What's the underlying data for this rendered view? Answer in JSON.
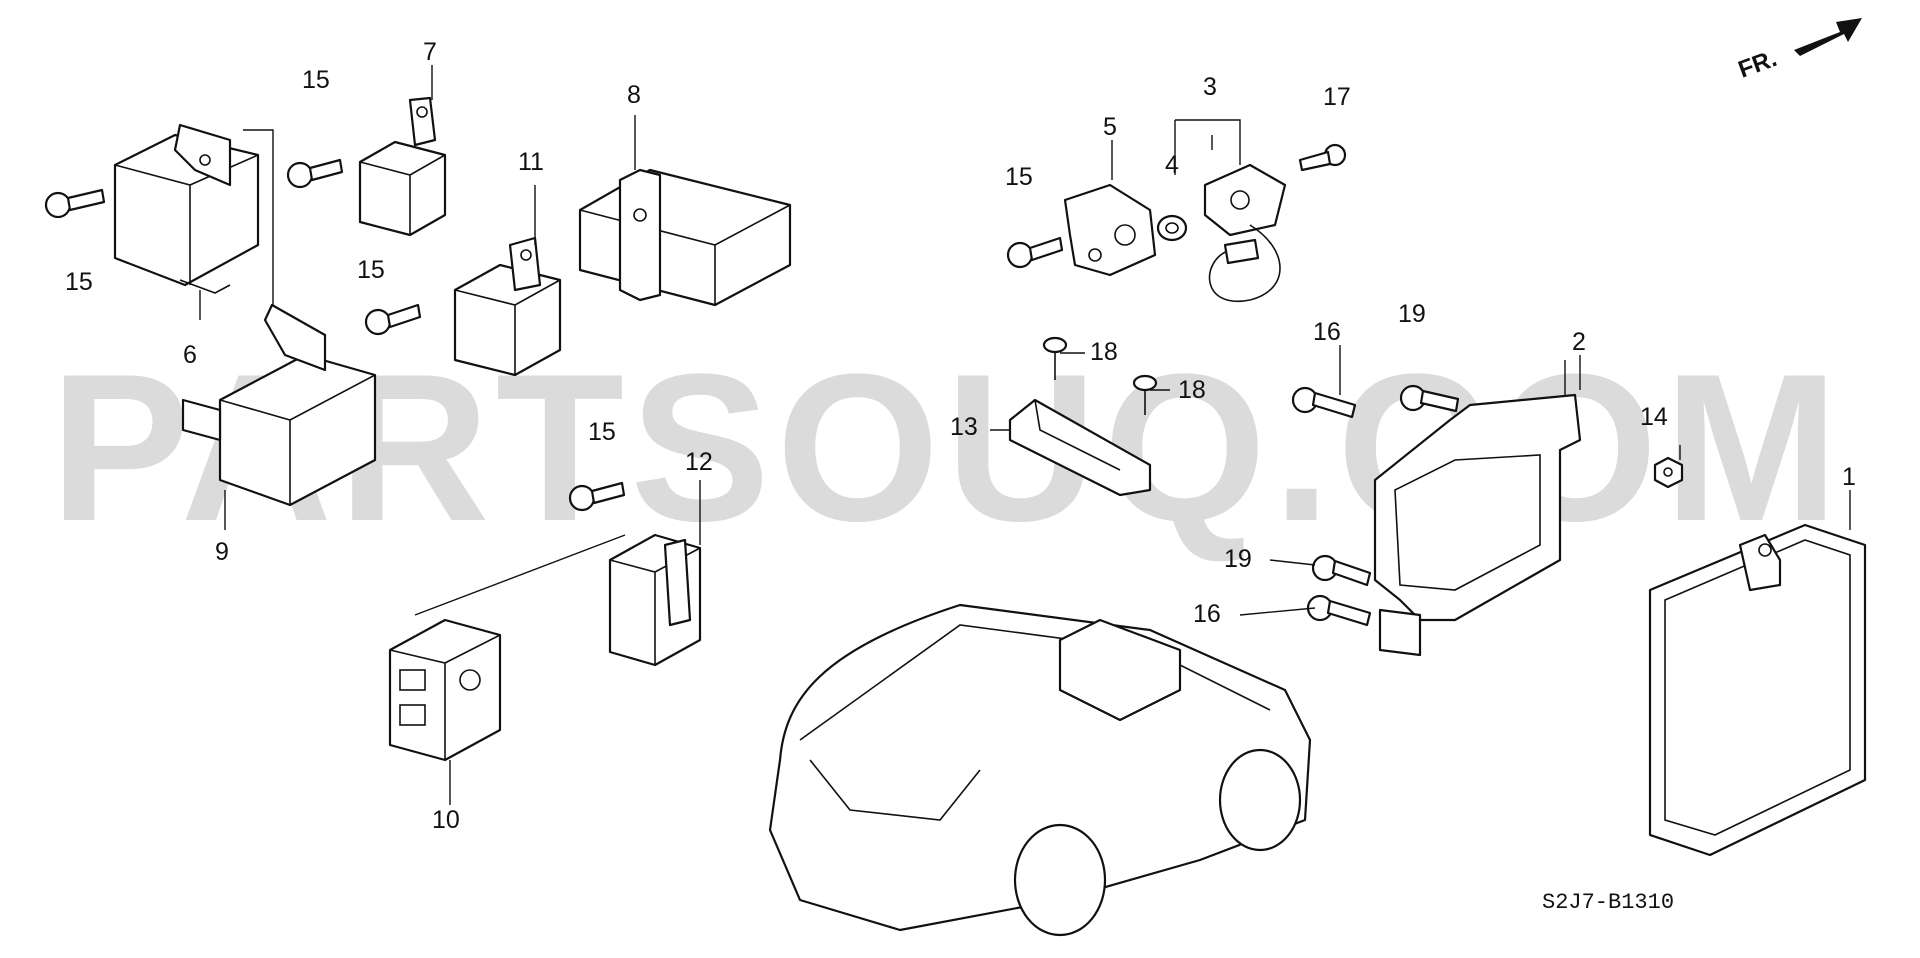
{
  "diagram": {
    "watermark": "PARTSOUQ.COM",
    "drawing_code": "S2J7-B1310",
    "orientation_label": "FR.",
    "callouts": [
      {
        "id": "c1",
        "label": "1"
      },
      {
        "id": "c2",
        "label": "2"
      },
      {
        "id": "c3",
        "label": "3"
      },
      {
        "id": "c4",
        "label": "4"
      },
      {
        "id": "c5",
        "label": "5"
      },
      {
        "id": "c6",
        "label": "6"
      },
      {
        "id": "c7",
        "label": "7"
      },
      {
        "id": "c8",
        "label": "8"
      },
      {
        "id": "c9",
        "label": "9"
      },
      {
        "id": "c10",
        "label": "10"
      },
      {
        "id": "c11",
        "label": "11"
      },
      {
        "id": "c12",
        "label": "12"
      },
      {
        "id": "c13",
        "label": "13"
      },
      {
        "id": "c14",
        "label": "14"
      },
      {
        "id": "c15a",
        "label": "15"
      },
      {
        "id": "c15b",
        "label": "15"
      },
      {
        "id": "c15c",
        "label": "15"
      },
      {
        "id": "c15d",
        "label": "15"
      },
      {
        "id": "c15e",
        "label": "15"
      },
      {
        "id": "c16a",
        "label": "16"
      },
      {
        "id": "c16b",
        "label": "16"
      },
      {
        "id": "c17",
        "label": "17"
      },
      {
        "id": "c18a",
        "label": "18"
      },
      {
        "id": "c18b",
        "label": "18"
      },
      {
        "id": "c19a",
        "label": "19"
      },
      {
        "id": "c19b",
        "label": "19"
      }
    ]
  }
}
